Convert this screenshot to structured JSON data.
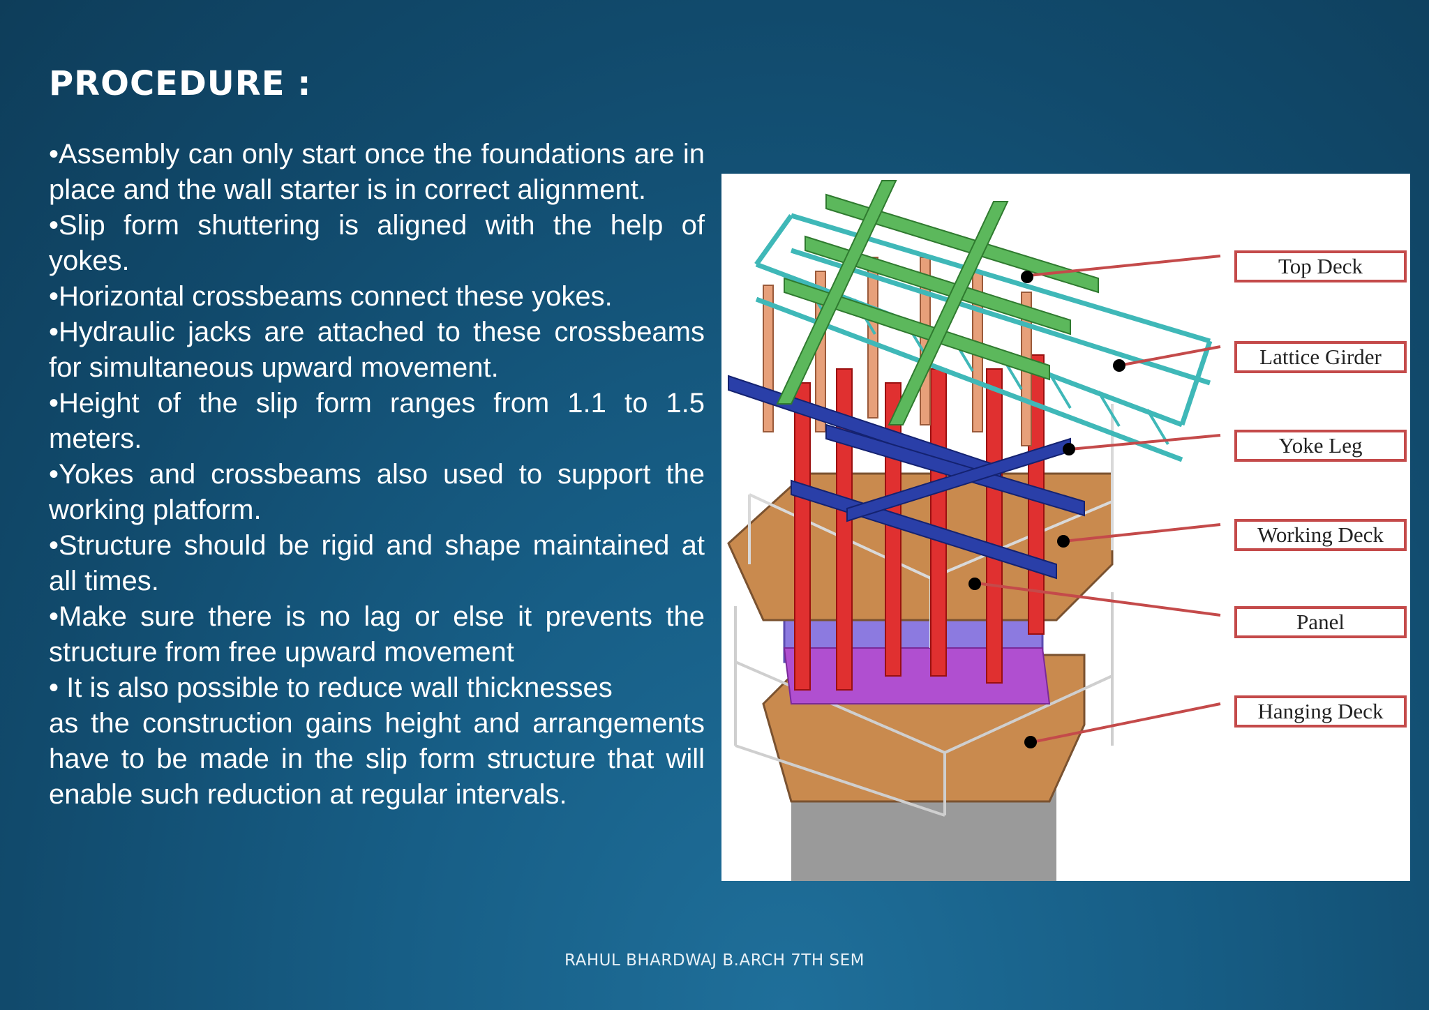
{
  "slide": {
    "title": "PROCEDURE :",
    "bullets": [
      "•Assembly can only start once the foundations are in place and the wall starter is in correct alignment.",
      "•Slip form shuttering is aligned with the help of yokes.",
      "•Horizontal crossbeams connect these yokes.",
      "•Hydraulic jacks are attached to these crossbeams for simultaneous upward movement.",
      "•Height of the slip form ranges from 1.1 to 1.5 meters.",
      "•Yokes and crossbeams also used to support the working platform.",
      "•Structure should be rigid and shape maintained at all times.",
      "•Make sure there is no lag or else it prevents the structure from free upward movement",
      "• It is also possible to reduce wall thicknesses",
      "as the construction gains height and arrangements have to be made in the slip form structure that will  enable such reduction at regular intervals."
    ],
    "footer": "RAHUL BHARDWAJ B.ARCH 7TH SEM"
  },
  "figure": {
    "labels": [
      "Top Deck",
      "Lattice Girder",
      "Yoke Leg",
      "Working Deck",
      "Panel",
      "Hanging Deck"
    ],
    "colors": {
      "label_border": "#c44a4a",
      "beam_green": "#5cb85c",
      "lattice_teal": "#3fb8b8",
      "yoke_red": "#e03030",
      "crossbeam_blue": "#2a3fa8",
      "deck_wood": "#c98a4e",
      "panel_purple": "#8c7ae0",
      "concrete": "#9a9a9a"
    }
  }
}
